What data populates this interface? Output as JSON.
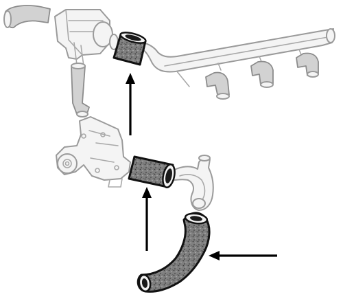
{
  "diagram": {
    "colors": {
      "background": "#ffffff",
      "hose_fill": "#7a7a7a",
      "outline": "#111111",
      "faded_parts": "#9a9a9a",
      "arrow": "#000000"
    },
    "highlighted_parts": [
      "hose-top-short",
      "hose-middle-short",
      "hose-lower-bent"
    ],
    "arrows": [
      {
        "name": "arrow-up-to-top-hose",
        "direction": "up"
      },
      {
        "name": "arrow-up-to-middle-hose",
        "direction": "up"
      },
      {
        "name": "arrow-left-to-lower-hose",
        "direction": "left"
      }
    ]
  }
}
